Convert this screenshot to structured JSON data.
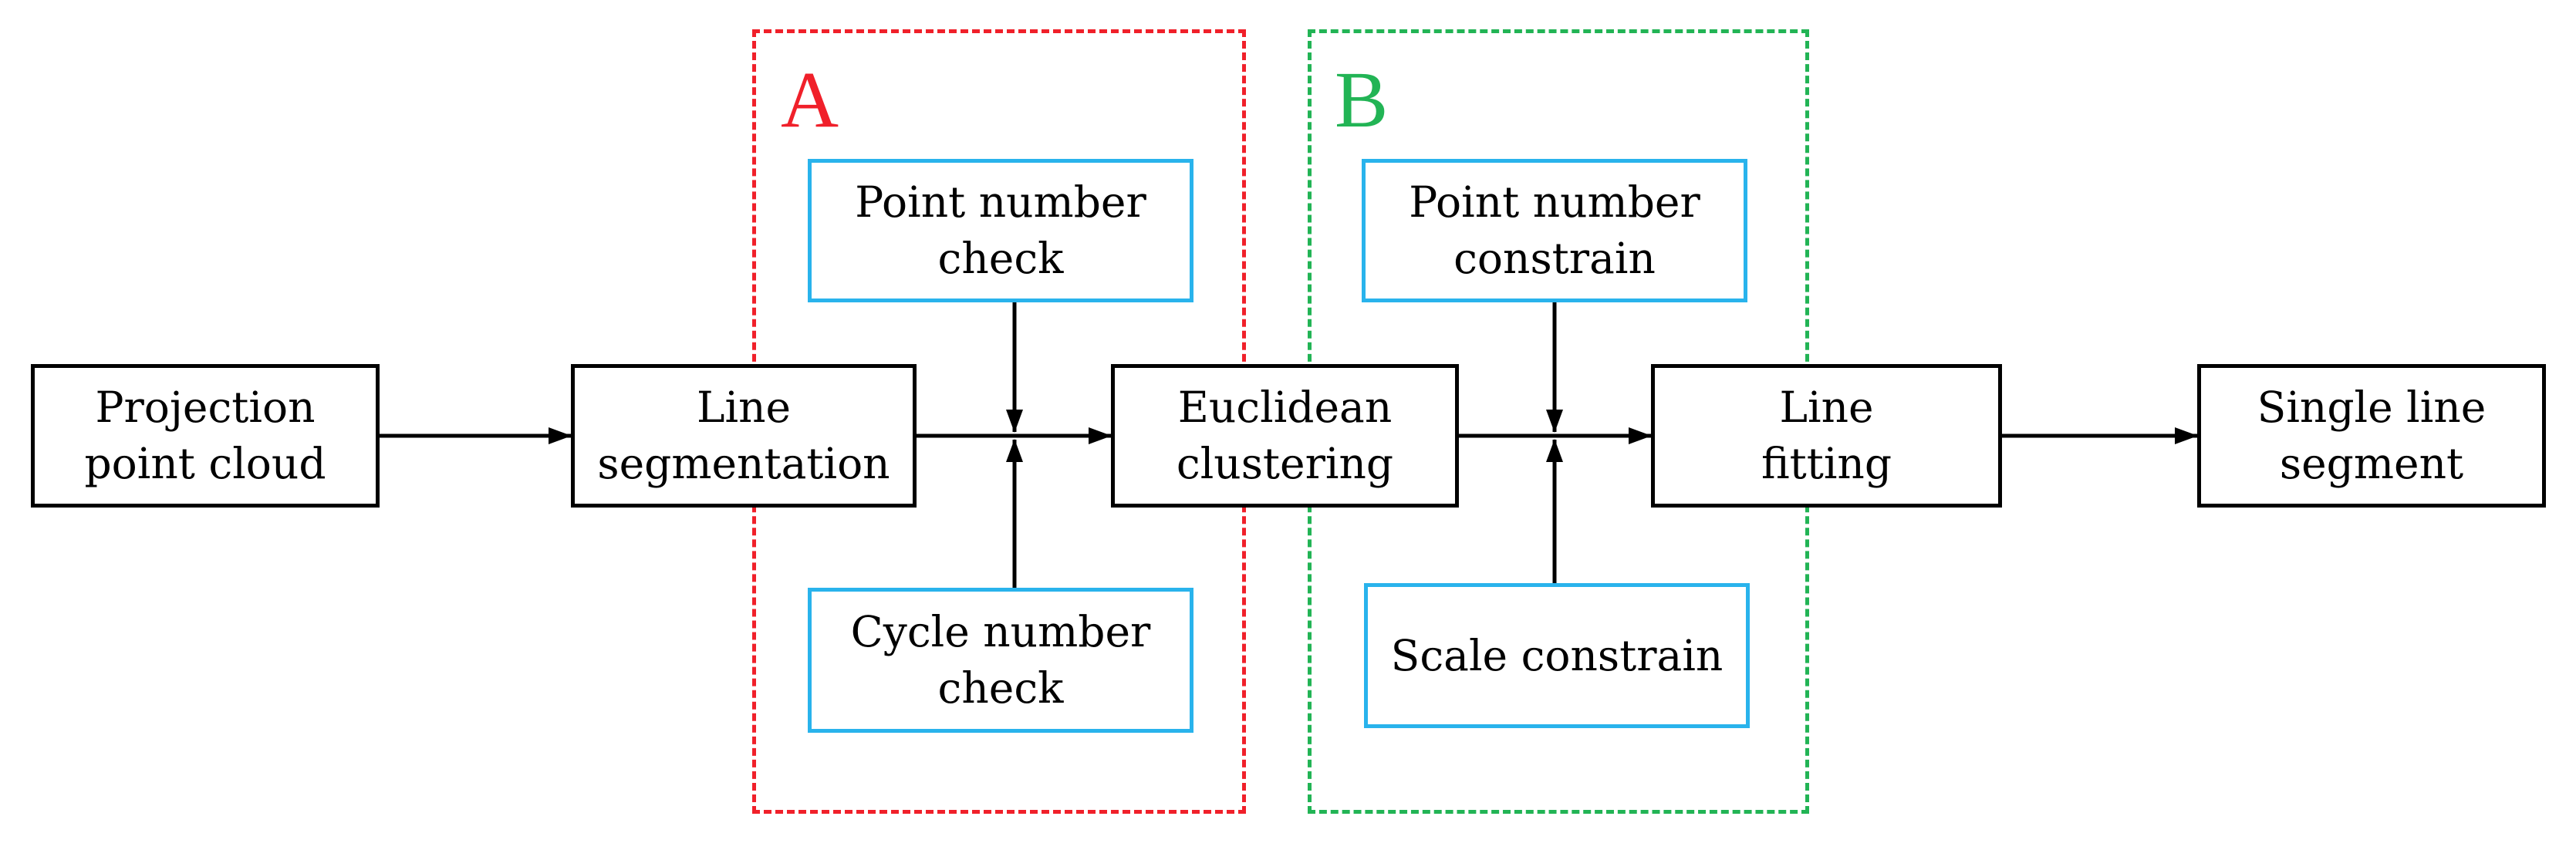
{
  "colors": {
    "main_border": "#000000",
    "check_border": "#29b3ec",
    "group_a": "#f0202a",
    "group_b": "#22b455",
    "arrow": "#000000"
  },
  "groups": {
    "a": {
      "letter": "A"
    },
    "b": {
      "letter": "B"
    }
  },
  "nodes": {
    "projection": {
      "line1": "Projection",
      "line2": "point cloud"
    },
    "line_segmentation": {
      "line1": "Line",
      "line2": "segmentation"
    },
    "euclidean": {
      "line1": "Euclidean",
      "line2": "clustering"
    },
    "line_fitting": {
      "line1": "Line",
      "line2": "fitting"
    },
    "single_line": {
      "line1": "Single line",
      "line2": "segment"
    },
    "point_number_check": {
      "line1": "Point number",
      "line2": "check"
    },
    "cycle_number_check": {
      "line1": "Cycle number",
      "line2": "check"
    },
    "point_number_constrain": {
      "line1": "Point number",
      "line2": "constrain"
    },
    "scale_constrain": {
      "line1": "Scale constrain"
    }
  },
  "edges": [
    {
      "from": "projection",
      "to": "line_segmentation"
    },
    {
      "from": "line_segmentation",
      "to": "euclidean"
    },
    {
      "from": "point_number_check",
      "to": "line_segmentation-euclidean-junction"
    },
    {
      "from": "cycle_number_check",
      "to": "line_segmentation-euclidean-junction"
    },
    {
      "from": "euclidean",
      "to": "line_fitting"
    },
    {
      "from": "point_number_constrain",
      "to": "euclidean-line_fitting-junction"
    },
    {
      "from": "scale_constrain",
      "to": "euclidean-line_fitting-junction"
    },
    {
      "from": "line_fitting",
      "to": "single_line"
    }
  ]
}
